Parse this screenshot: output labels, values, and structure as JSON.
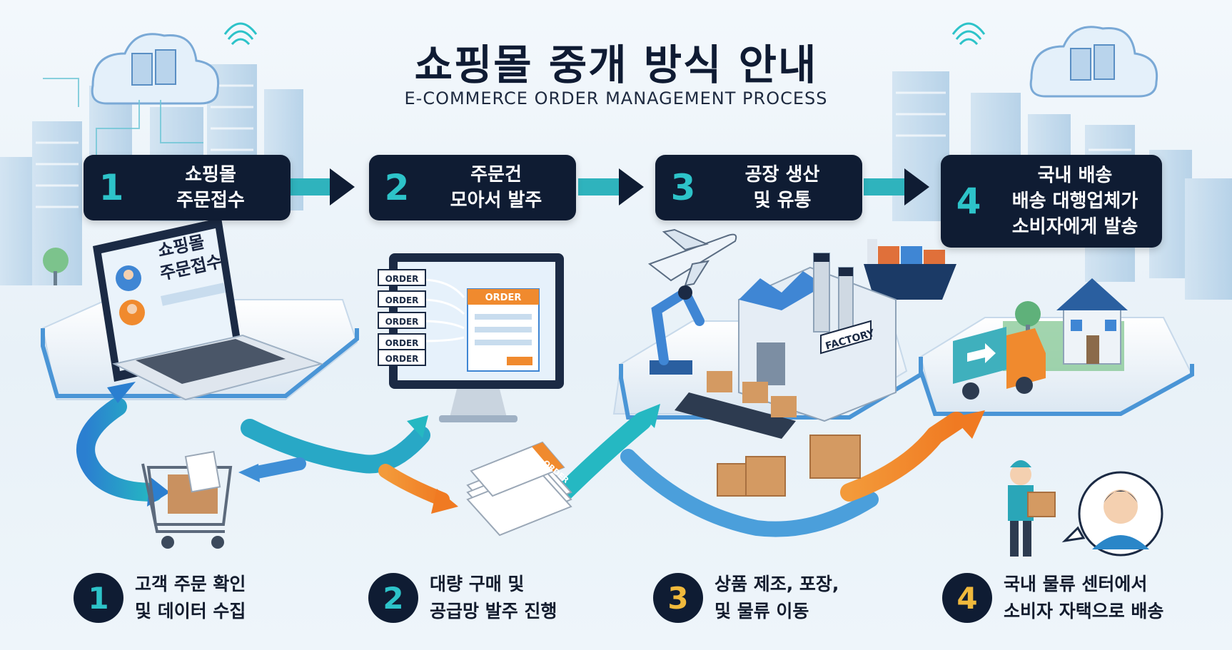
{
  "header": {
    "title": "쇼핑몰 중개 방식 안내",
    "subtitle": "E-COMMERCE ORDER MANAGEMENT PROCESS"
  },
  "steps": [
    {
      "number": "1",
      "lines": [
        "쇼핑몰",
        "주문접수"
      ]
    },
    {
      "number": "2",
      "lines": [
        "주문건",
        "모아서 발주"
      ]
    },
    {
      "number": "3",
      "lines": [
        "공장 생산",
        "및 유통"
      ]
    },
    {
      "number": "4",
      "lines": [
        "국내 배송",
        "배송 대행업체가",
        "소비자에게 발송"
      ]
    }
  ],
  "laptop_screen": {
    "lines": [
      "쇼핑몰",
      "주문접수"
    ]
  },
  "order_tags": [
    "ORDER",
    "ORDER",
    "ORDER",
    "ORDER",
    "ORDER"
  ],
  "monitor_form_title": "ORDER",
  "paper_stack_label": "ORDER",
  "factory_sign": "FACTORY",
  "bottom": [
    {
      "number": "1",
      "color": "#2dc3c9",
      "lines": [
        "고객 주문 확인",
        "및 데이터 수집"
      ]
    },
    {
      "number": "2",
      "color": "#2dc3c9",
      "lines": [
        "대량 구매 및",
        "공급망 발주 진행"
      ]
    },
    {
      "number": "3",
      "color": "#f0b93c",
      "lines": [
        "상품 제조, 포장,",
        "및 물류 이동"
      ]
    },
    {
      "number": "4",
      "color": "#f0b93c",
      "lines": [
        "국내 물류 센터에서",
        "소비자 자택으로 배송"
      ]
    }
  ],
  "colors": {
    "navy": "#0f1c33",
    "teal": "#2dc3c9",
    "blue_arrow": "#2f8fd6",
    "orange": "#f08a2e",
    "yellow": "#f0b93c"
  }
}
